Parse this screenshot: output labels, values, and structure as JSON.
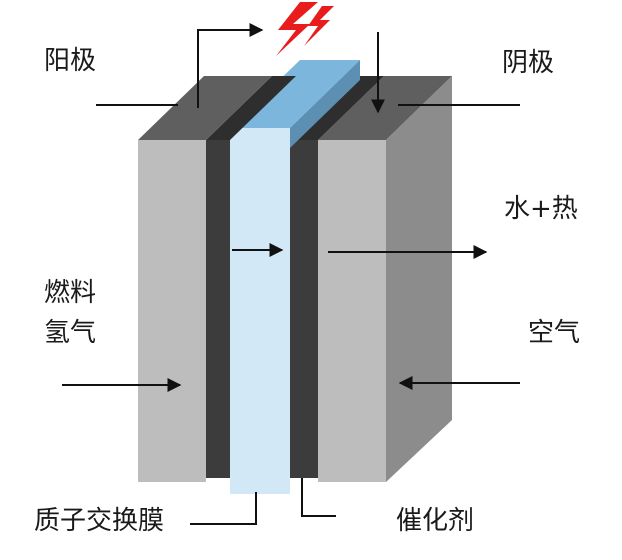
{
  "labels": {
    "anode": "阳极",
    "cathode": "阴极",
    "water_heat": "水+热",
    "fuel": "燃料",
    "hydrogen": "氢气",
    "air": "空气",
    "pem": "质子交换膜",
    "catalyst": "催化剂"
  },
  "colors": {
    "electrode_front": "#b9b9b9",
    "electrode_side": "#8a8a8a",
    "electrode_top": "#5a5a5a",
    "catalyst_dark": "#3a3a3a",
    "membrane_front": "#cfe6f4",
    "membrane_top": "#7fb8dc",
    "lightning": "#e81c1c",
    "line": "#111111"
  },
  "icons": {
    "spark": "lightning-bolt-icon"
  }
}
